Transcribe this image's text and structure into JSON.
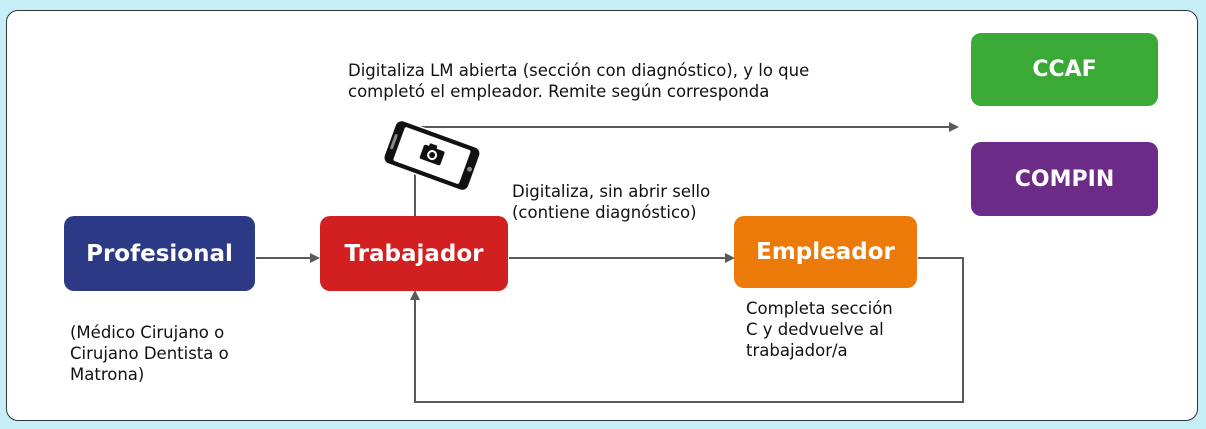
{
  "nodes": {
    "profesional": {
      "label": "Profesional",
      "color": "#2c3a86"
    },
    "trabajador": {
      "label": "Trabajador",
      "color": "#d21f1f"
    },
    "empleador": {
      "label": "Empleador",
      "color": "#ec7a08"
    },
    "ccaf": {
      "label": "CCAF",
      "color": "#3aa935"
    },
    "compin": {
      "label": "COMPIN",
      "color": "#6b2b86"
    }
  },
  "annotations": {
    "top_line1": "Digitaliza LM abierta (sección con diagnóstico), y lo que",
    "top_line2": "completó el empleador. Remite según corresponda",
    "mid_line1": "Digitaliza, sin abrir sello",
    "mid_line2": "(contiene diagnóstico)",
    "emp_line1": "Completa sección",
    "emp_line2": "C y dedvuelve al",
    "emp_line3": "trabajador/a",
    "prof_line1": "(Médico Cirujano o",
    "prof_line2": "Cirujano Dentista o",
    "prof_line3": "Matrona)"
  },
  "icons": {
    "phone": "phone-camera-icon"
  }
}
